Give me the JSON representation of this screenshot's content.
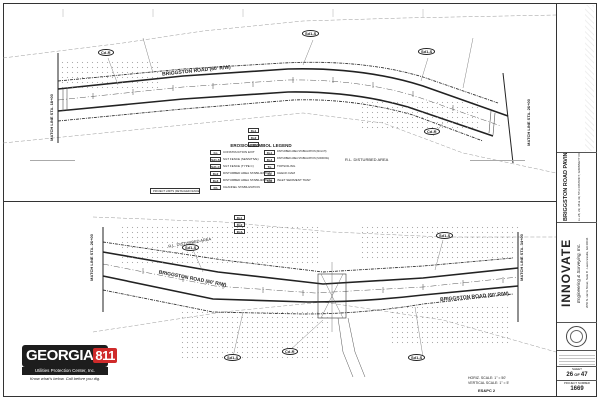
{
  "sheet": {
    "road_name": "BRIGGSTON ROAD (60' R/W)",
    "disturbed_area": "R.L. DISTURBED AREA",
    "match_line_top_left": "MATCH LINE STA. 18+00",
    "match_line_top_right": "MATCH LINE STA. 26+00",
    "match_line_bottom_left": "MATCH LINE STA. 26+00",
    "match_line_bottom_right": "MATCH LINE STA. 34+00",
    "sheet_tag": "ES&PC 2",
    "scale_h": "HORIZ. SCALE: 1\" = 50'",
    "scale_v": "VERTICAL SCALE: 1\" = 5'"
  },
  "legend": {
    "title": "EROSION SYMBOL LEGEND",
    "items_left": [
      {
        "code": "Co",
        "label": "CONSTRUCTION EXIT"
      },
      {
        "code": "Sd1-S",
        "label": "SILT FENCE (SENSITIVE)"
      },
      {
        "code": "Sd1-C",
        "label": "SILT FENCE (TYPE C)"
      },
      {
        "code": "Ds2",
        "label": "DISTURBED AREA STABILIZATION"
      },
      {
        "code": "Ds3",
        "label": "DISTURBED AREA STABILIZATION"
      },
      {
        "code": "Ch",
        "label": "CHANNEL STABILIZATION"
      }
    ],
    "items_right": [
      {
        "code": "Ds1",
        "label": "DISTURBED AREA STABILIZATION (MULCH)"
      },
      {
        "code": "Ds4",
        "label": "DISTURBED AREA STABILIZATION (SODDING)"
      },
      {
        "code": "Tp",
        "label": "TOPSOILING"
      },
      {
        "code": "Cd",
        "label": "CHECK DAM"
      },
      {
        "code": "Sd2",
        "label": "INLET SEDIMENT TRAP"
      }
    ],
    "note": "PROJECT LIMITS (DETACHED FENCE)"
  },
  "bubbles": {
    "cd_r1": "Cd-R",
    "sd1s_1": "Sd1-S",
    "sd1s_2": "Sd1-S",
    "cd_r2": "Cd-R",
    "sd1s_3": "Sd1-S",
    "sd1s_4": "Sd1-S",
    "sd1s_5": "Sd1-S",
    "sd1s_6": "Sd1-S",
    "cd_r3": "Cd-R"
  },
  "ds_codes_top": [
    "Ds1",
    "Ds2",
    "Ds3"
  ],
  "ds_codes_bottom": [
    "Ds1",
    "Ds2",
    "Ds3"
  ],
  "title_block": {
    "firm_name": "INNOVATE",
    "firm_sub": "Engineering & Surveying, Inc.",
    "firm_address": "2050 N. Harris Street, Suite B · Lawrenceville, GA 30046",
    "project_title": "BRIGGSTON ROAD PAVING IMPROVEMENTS",
    "project_loc": "LL 28, 29, 38 & 39, 5TH DISTRICT, GWINNETT COUNTY, GA",
    "sheet_label": "SHEET",
    "sheet_no": "26",
    "sheet_of": "47",
    "project_label": "PROJECT NUMBER",
    "project_no": "1669"
  },
  "georgia811": {
    "main": "GEORGIA",
    "num": "811",
    "sub": "Utilities Protection Center, Inc.",
    "tag": "Know what's below. Call before you dig."
  },
  "colors": {
    "road": "#2a2a2a",
    "logo_bg": "#1d1d1d",
    "logo_red": "#cf2a2a"
  }
}
